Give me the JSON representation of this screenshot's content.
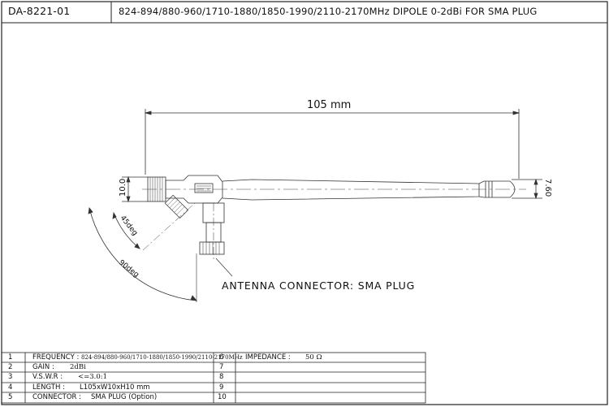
{
  "title_block": {
    "part_number": "DA-8221-01",
    "description": "824-894/880-960/1710-1880/1850-1990/2110-2170MHz DIPOLE 0-2dBi FOR SMA PLUG"
  },
  "dimensions": {
    "length": "105 mm",
    "height_left": "10.0",
    "diameter_right": "7.60",
    "angle_small": "45deg",
    "angle_large": "90deg"
  },
  "callout": "ANTENNA CONNECTOR: SMA PLUG",
  "specs": {
    "rows": [
      {
        "no": "1",
        "label": "FREQUENCY  :",
        "value": "824-894/880-960/1710-1880/1850-1990/2110-2170MHz"
      },
      {
        "no": "2",
        "label": "GAIN  :",
        "value": "2dBi"
      },
      {
        "no": "3",
        "label": "V.S.W.R  :",
        "value": "<=3.0:1"
      },
      {
        "no": "4",
        "label": "LENGTH  :",
        "value": "L105xW10xH10  mm"
      },
      {
        "no": "5",
        "label": "CONNECTOR  :",
        "value": "SMA PLUG (Option)"
      }
    ],
    "right_rows": [
      {
        "no": "6",
        "label": "IMPEDANCE  :",
        "value": "50 Ω"
      },
      {
        "no": "7",
        "label": "",
        "value": ""
      },
      {
        "no": "8",
        "label": "",
        "value": ""
      },
      {
        "no": "9",
        "label": "",
        "value": ""
      },
      {
        "no": "10",
        "label": "",
        "value": ""
      }
    ]
  }
}
